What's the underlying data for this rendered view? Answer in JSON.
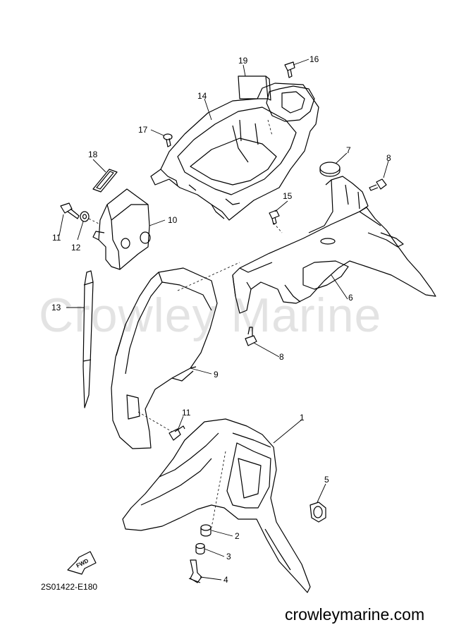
{
  "watermark": "Crowley Marine",
  "diagram_code": "2S01422-E180",
  "website": "crowleymarine.com",
  "fwd_label": "FWD",
  "callouts": [
    "1",
    "2",
    "3",
    "4",
    "5",
    "6",
    "7",
    "8",
    "8",
    "9",
    "10",
    "11",
    "11",
    "12",
    "13",
    "14",
    "15",
    "16",
    "17",
    "18",
    "19"
  ]
}
